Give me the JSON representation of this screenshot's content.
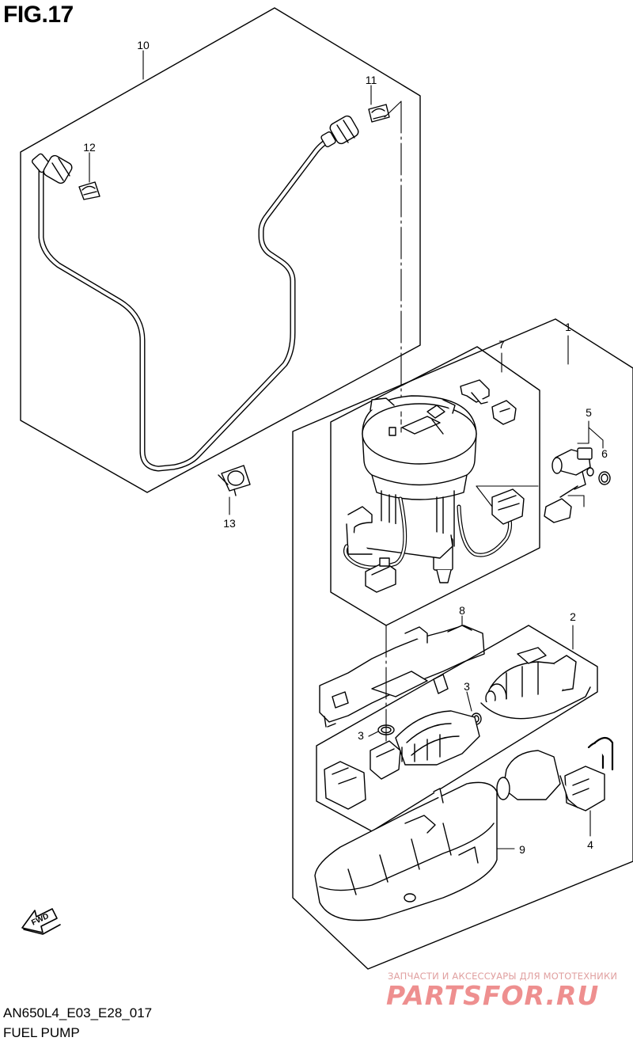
{
  "figure": {
    "title": "FIG.17",
    "model_code": "AN650L4_E03_E28_017",
    "name": "FUEL PUMP"
  },
  "fwd_label": "FWD",
  "callouts": [
    "1",
    "2",
    "3",
    "3",
    "4",
    "5",
    "6",
    "7",
    "8",
    "9",
    "10",
    "11",
    "12",
    "13"
  ],
  "watermark": {
    "tagline": "ЗАПЧАСТИ И АКСЕССУАРЫ ДЛЯ МОТОТЕХНИКИ",
    "brand": "PARTSFOR.RU"
  }
}
